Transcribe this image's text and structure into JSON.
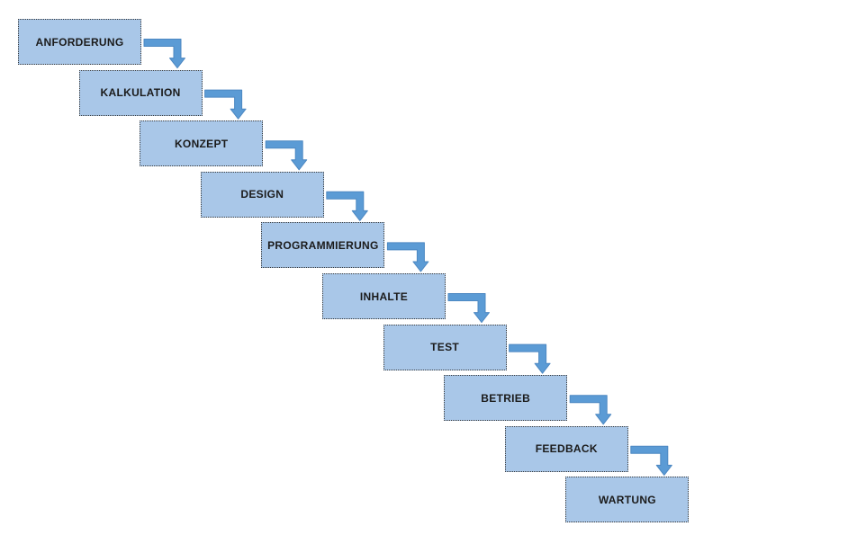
{
  "diagram": {
    "name": "waterfall-process",
    "steps": [
      "ANFORDERUNG",
      "KALKULATION",
      "KONZEPT",
      "DESIGN",
      "PROGRAMMIERUNG",
      "INHALTE",
      "TEST",
      "BETRIEB",
      "FEEDBACK",
      "WARTUNG"
    ],
    "colors": {
      "box_fill": "#a9c7e8",
      "box_border": "#3a3a3a",
      "arrow_fill": "#5b9bd5",
      "arrow_stroke": "#4d88c2",
      "text": "#1b1b1b",
      "background": "#ffffff"
    }
  }
}
